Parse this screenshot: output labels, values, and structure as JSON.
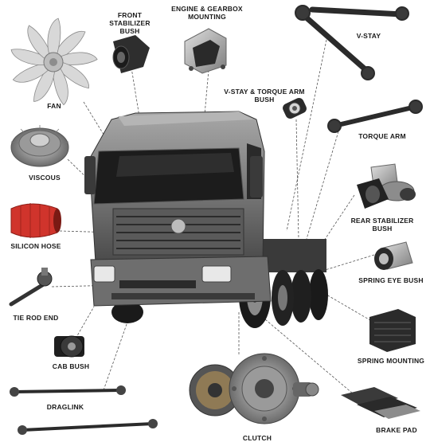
{
  "labels": {
    "fan": "FAN",
    "front_stabilizer_bush": "FRONT STABILIZER\nBUSH",
    "engine_gearbox_mounting": "ENGINE & GEARBOX\nMOUNTING",
    "v_stay": "V-STAY",
    "v_stay_torque_arm_bush": "V-STAY & TORQUE ARM\nBUSH",
    "torque_arm": "TORQUE ARM",
    "viscous": "VISCOUS",
    "rear_stabilizer_bush": "REAR STABILIZER BUSH",
    "silicon_hose": "SILICON HOSE",
    "spring_eye_bush": "SPRING EYE BUSH",
    "tie_rod_end": "TIE ROD END",
    "spring_mounting": "SPRING MOUNTING",
    "cab_bush": "CAB BUSH",
    "draglink": "DRAGLINK",
    "brake_pad": "BRAKE PAD",
    "clutch": "CLUTCH"
  },
  "colors": {
    "truck_body": "#8a8a8a",
    "truck_dark": "#2b2b2b",
    "hose_red": "#d0342c",
    "leader_line": "#555555"
  }
}
